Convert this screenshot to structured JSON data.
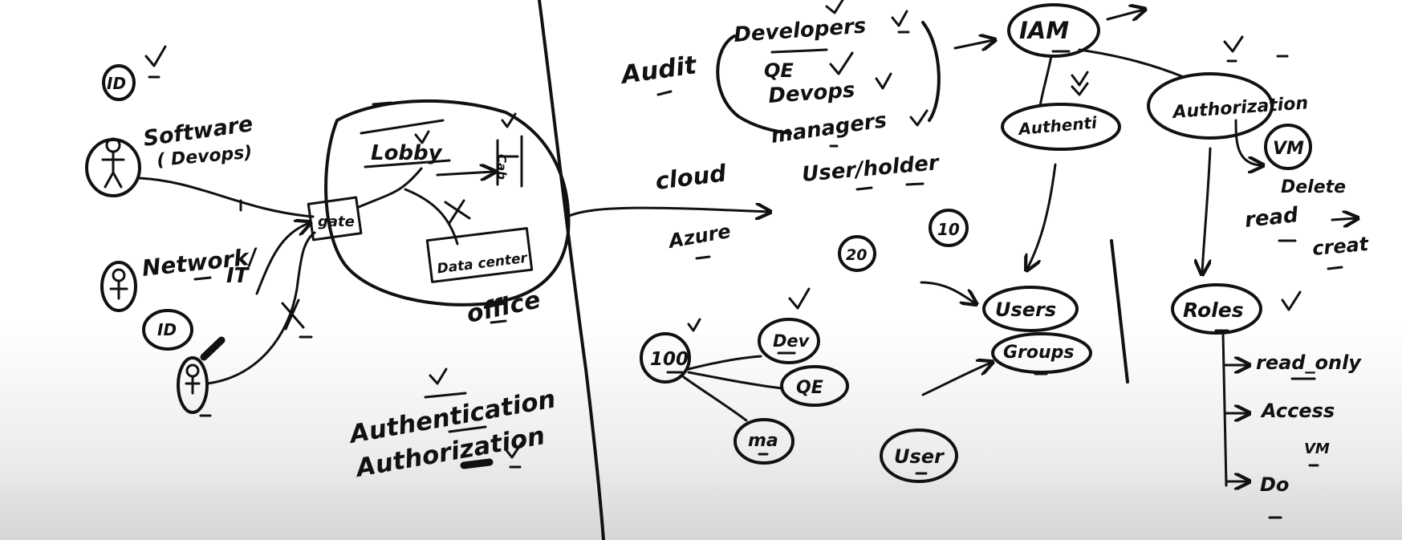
{
  "left_panel": {
    "id_label_top": "ID",
    "software_label": "Software",
    "devops_label": "( Devops)",
    "network_label": "Network/",
    "it_label": "IT",
    "id_label_bottom": "ID",
    "lobby_label": "Lobby",
    "gate_label": "gate",
    "cabin_label": "Cab",
    "datacenter_label": "Data center",
    "office_label": "office",
    "authentication_label": "Authentication",
    "authorization_label": "Authorization"
  },
  "right_panel": {
    "audit_label": "Audit",
    "developers_label": "Developers",
    "qe_label": "QE",
    "devops_label": "Devops",
    "managers_label": "managers",
    "cloud_label": "cloud",
    "azure_label": "Azure",
    "user_holder_label": "User/holder",
    "count_20": "20",
    "count_10": "10",
    "count_100": "100",
    "dev_bubble": "Dev",
    "qe_bubble": "QE",
    "ma_bubble": "ma",
    "user_bubble": "User",
    "iam_label": "IAM",
    "authentication_label": "Authenti",
    "authorization_label": "Authorization",
    "vm_label": "VM",
    "delete_label": "Delete",
    "read_label": "read",
    "create_label": "creat",
    "users_label": "Users",
    "groups_label": "Groups",
    "roles_label": "Roles",
    "read_only_label": "read_only",
    "access_label": "Access",
    "access_vm_label": "VM",
    "do_label": "Do"
  }
}
